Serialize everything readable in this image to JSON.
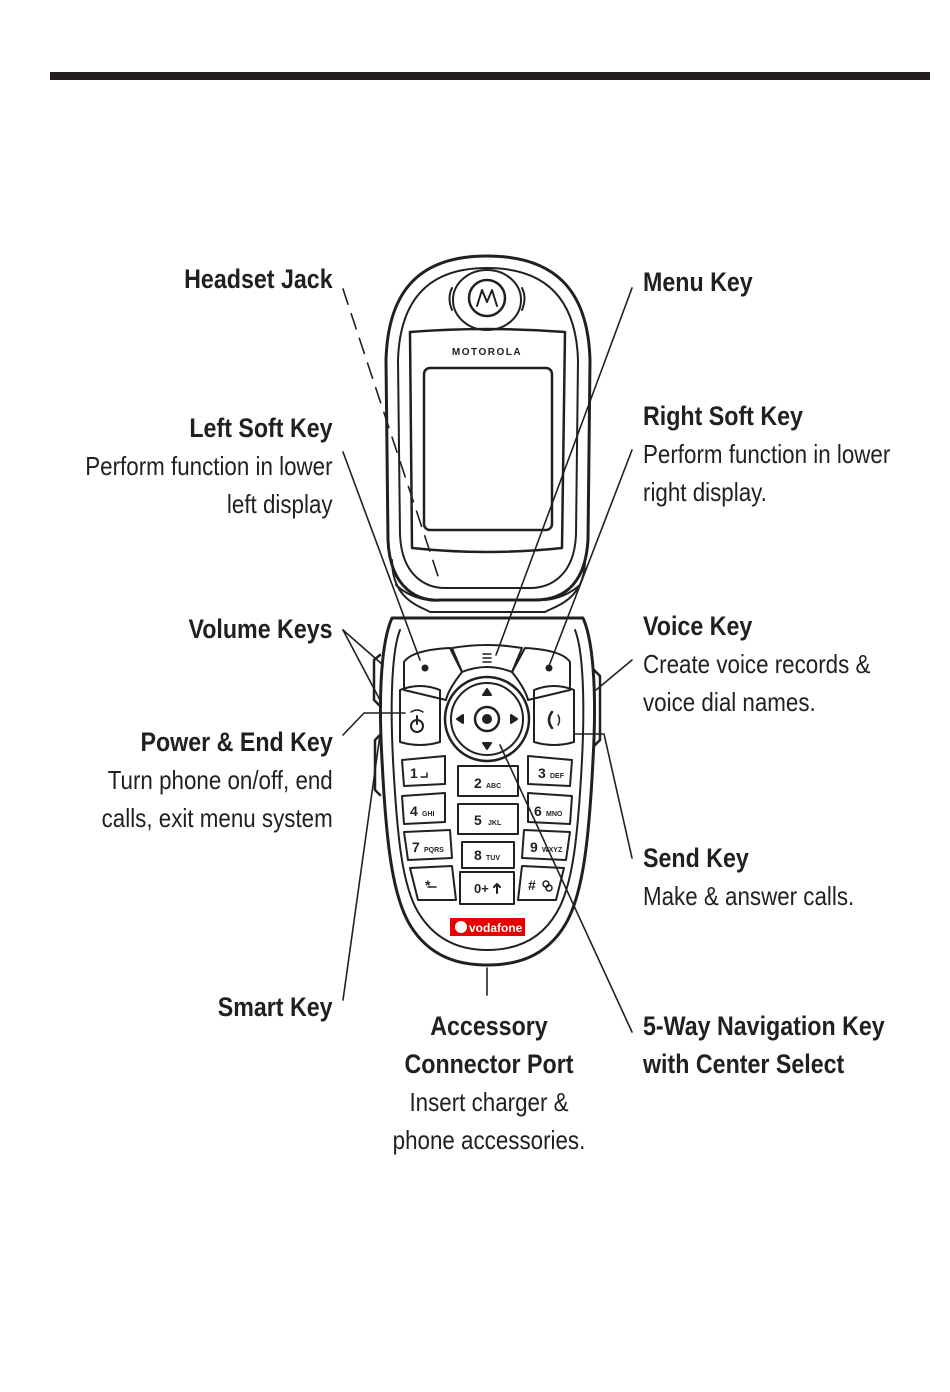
{
  "labels": {
    "headset_jack": {
      "title": "Headset Jack"
    },
    "left_soft_key": {
      "title": "Left Soft Key",
      "desc_1": "Perform function in lower",
      "desc_2": "left display"
    },
    "volume_keys": {
      "title": "Volume Keys"
    },
    "power_end_key": {
      "title": "Power & End Key",
      "desc_1": "Turn phone on/off, end",
      "desc_2": "calls, exit menu system"
    },
    "smart_key": {
      "title": "Smart Key"
    },
    "accessory_port": {
      "title_1": "Accessory",
      "title_2": "Connector Port",
      "desc_1": "Insert charger &",
      "desc_2": "phone accessories."
    },
    "menu_key": {
      "title": "Menu Key"
    },
    "right_soft_key": {
      "title": "Right Soft Key",
      "desc_1": "Perform function in lower",
      "desc_2": "right display."
    },
    "voice_key": {
      "title": "Voice Key",
      "desc_1": "Create voice records &",
      "desc_2": "voice dial names."
    },
    "send_key": {
      "title": "Send Key",
      "desc_1": "Make & answer calls."
    },
    "nav_key": {
      "title_1": "5-Way Navigation Key",
      "title_2": "with Center Select"
    }
  },
  "phone": {
    "brand": "MOTOROLA",
    "carrier": "vodafone",
    "carrier_color": "#e60000",
    "keys": [
      {
        "digit": "1",
        "letters": ""
      },
      {
        "digit": "2",
        "letters": "ABC"
      },
      {
        "digit": "3",
        "letters": "DEF"
      },
      {
        "digit": "4",
        "letters": "GHI"
      },
      {
        "digit": "5",
        "letters": "JKL"
      },
      {
        "digit": "6",
        "letters": "MNO"
      },
      {
        "digit": "7",
        "letters": "PQRS"
      },
      {
        "digit": "8",
        "letters": "TUV"
      },
      {
        "digit": "9",
        "letters": "WXYZ"
      },
      {
        "digit": "*",
        "letters": ""
      },
      {
        "digit": "0+",
        "letters": ""
      },
      {
        "digit": "#",
        "letters": ""
      }
    ]
  }
}
